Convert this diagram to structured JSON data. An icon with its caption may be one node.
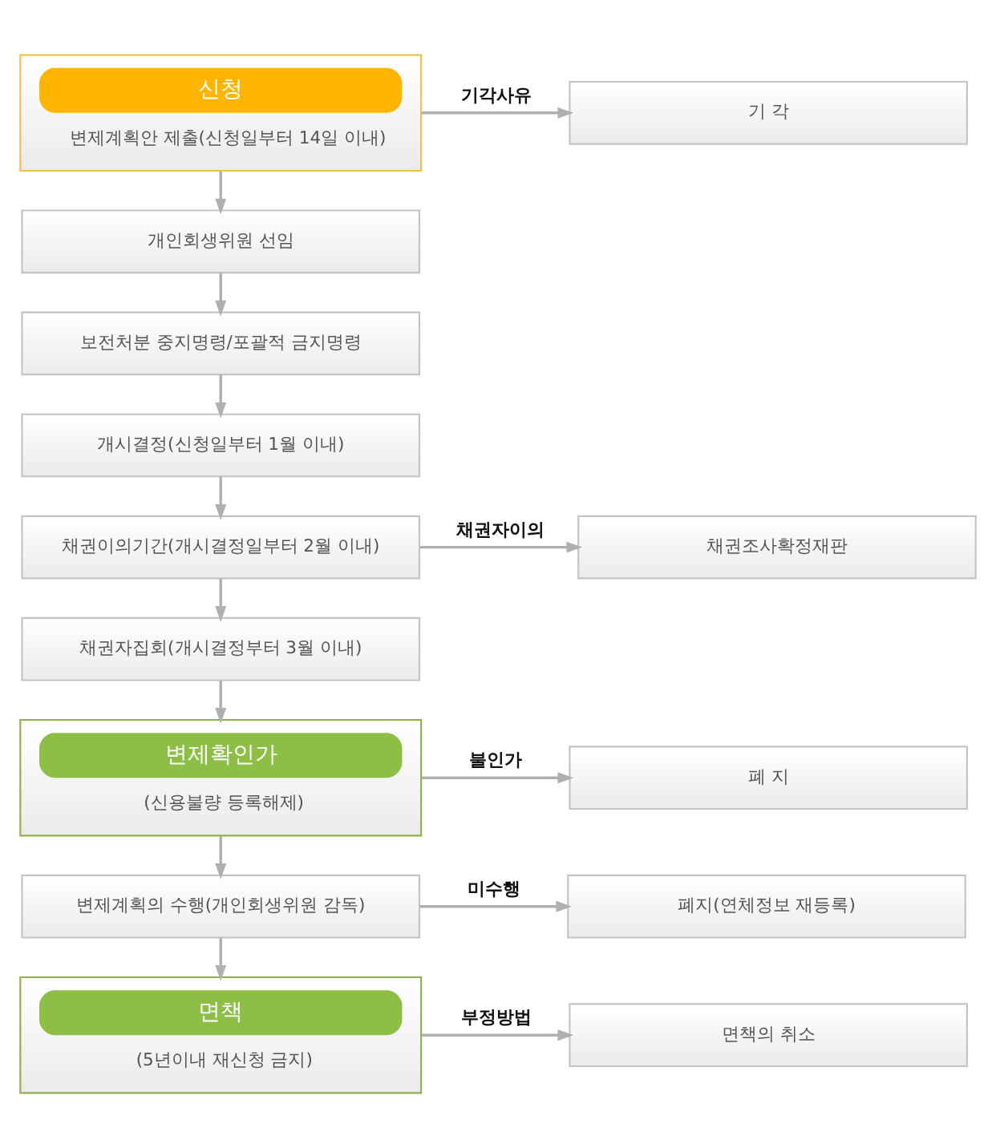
{
  "diagram": {
    "nodes": [
      {
        "text": [
          "신청",
          "변제계획안 제출(신청일부터 14일 이내)"
        ]
      },
      {
        "text": [
          "기 각"
        ]
      },
      {
        "text": [
          "개인회생위원 선임"
        ]
      },
      {
        "text": [
          "보전처분 중지명령/포괄적 금지명령"
        ]
      },
      {
        "text": [
          "개시결정(신청일부터 1월 이내)"
        ]
      },
      {
        "text": [
          "채권이의기간(개시결정일부터 2월 이내)"
        ]
      },
      {
        "text": [
          "채권조사확정재판"
        ]
      },
      {
        "text": [
          "채권자집회(개시결정부터 3월 이내)"
        ]
      },
      {
        "text": [
          "변제확인가",
          "(신용불량 등록해제)"
        ]
      },
      {
        "text": [
          "폐 지"
        ]
      },
      {
        "text": [
          "변제계획의 수행(개인회생위원 감독)"
        ]
      },
      {
        "text": [
          "폐지(연체정보 재등록)"
        ]
      },
      {
        "text": [
          "면책",
          "(5년이내 재신청 금지)"
        ]
      },
      {
        "text": [
          "면책의 취소"
        ]
      }
    ],
    "edges": [
      {
        "from": 0,
        "to": 1,
        "arrow": "to",
        "label": "기각사유"
      },
      {
        "from": 0,
        "to": 2,
        "arrow": "to"
      },
      {
        "from": 2,
        "to": 3,
        "arrow": "to"
      },
      {
        "from": 3,
        "to": 4,
        "arrow": "to"
      },
      {
        "from": 4,
        "to": 5,
        "arrow": "to"
      },
      {
        "from": 5,
        "to": 6,
        "arrow": "to",
        "label": "채권자이의"
      },
      {
        "from": 5,
        "to": 7,
        "arrow": "to"
      },
      {
        "from": 7,
        "to": 8,
        "arrow": "to"
      },
      {
        "from": 8,
        "to": 9,
        "arrow": "to",
        "label": "불인가"
      },
      {
        "from": 8,
        "to": 10,
        "arrow": "to"
      },
      {
        "from": 10,
        "to": 11,
        "arrow": "to",
        "label": "미수행"
      },
      {
        "from": 10,
        "to": 12,
        "arrow": "to"
      },
      {
        "from": 12,
        "to": 13,
        "arrow": "to",
        "label": "부정방법"
      }
    ]
  }
}
